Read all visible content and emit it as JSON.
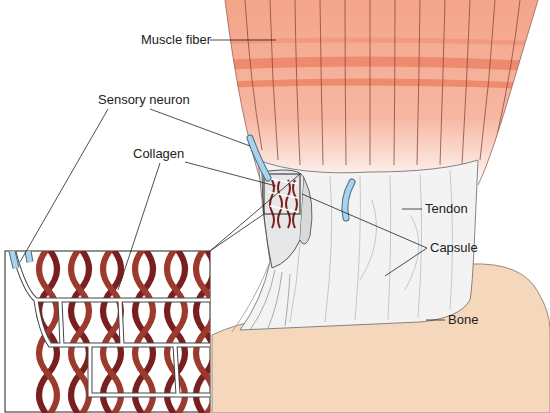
{
  "diagram": {
    "labels": [
      "Muscle fiber",
      "Sensory neuron",
      "Collagen",
      "Tendon",
      "Capsule",
      "Bone"
    ]
  }
}
